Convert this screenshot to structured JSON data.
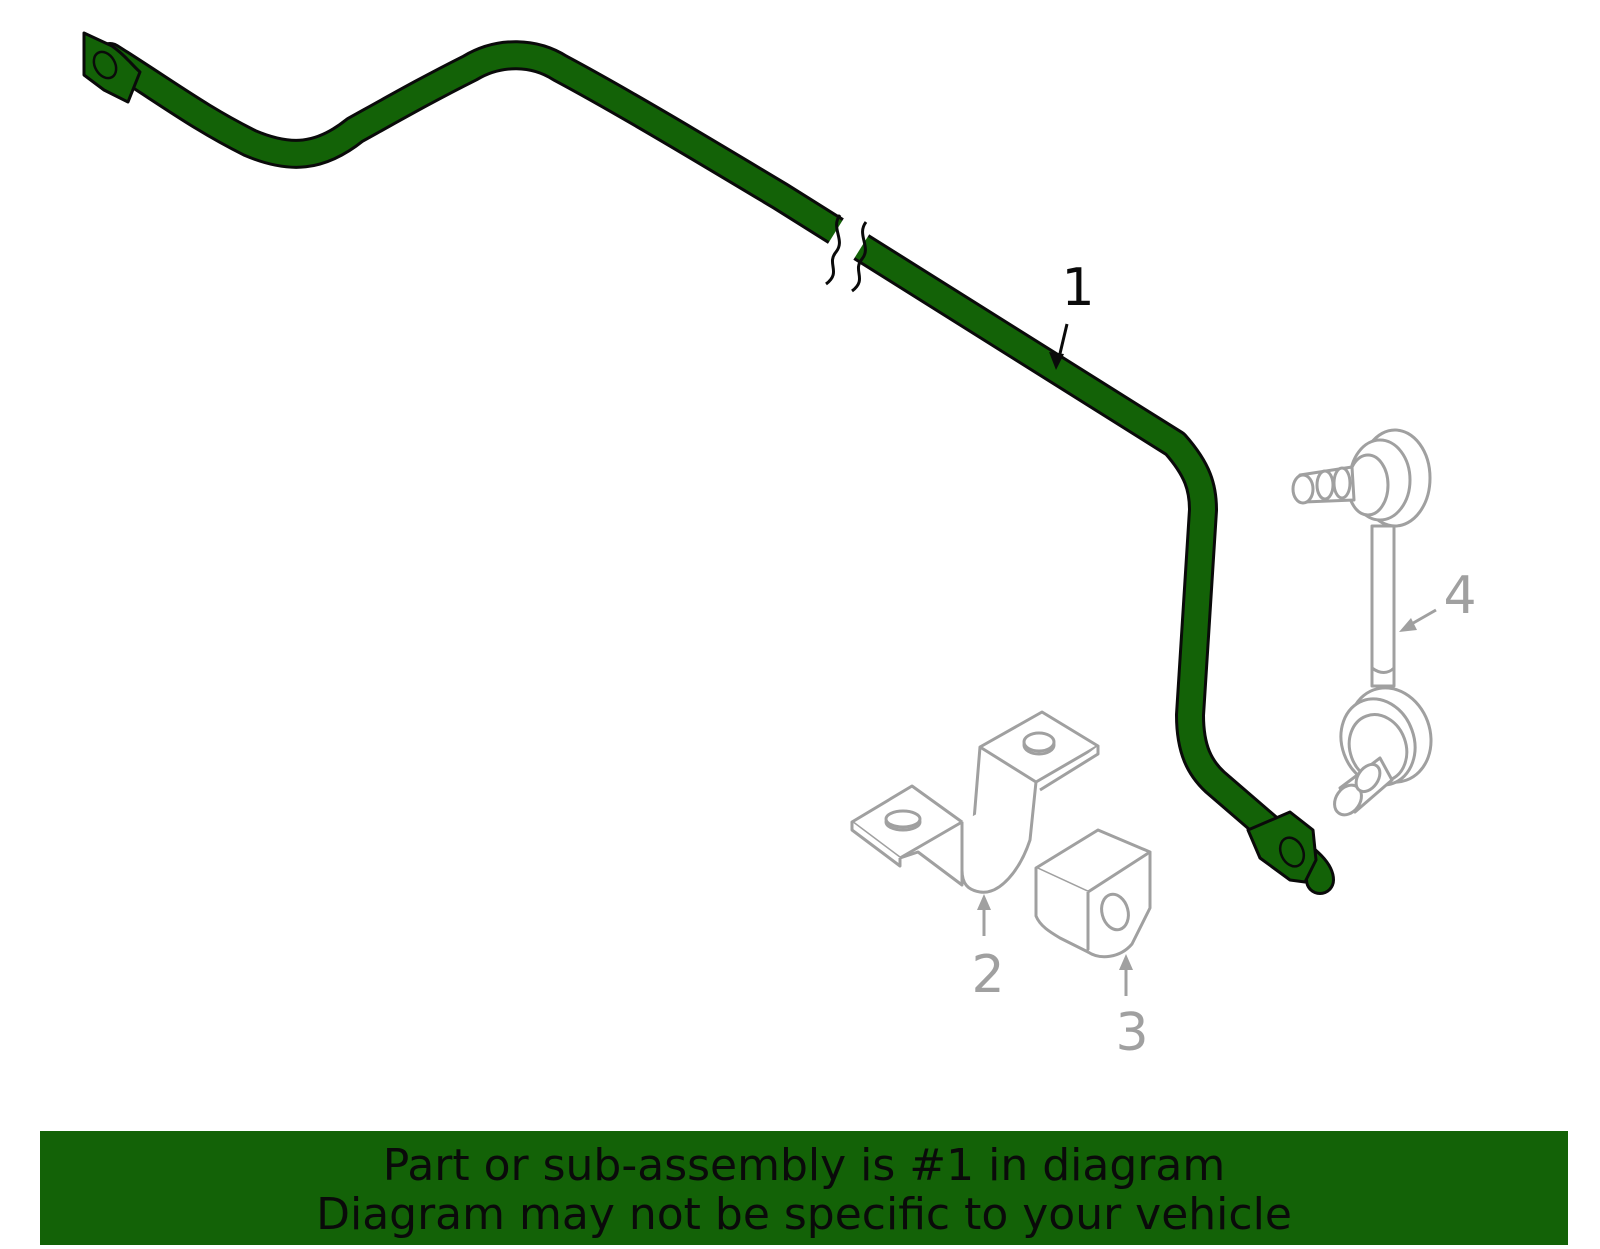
{
  "callouts": {
    "c1": "1",
    "c2": "2",
    "c3": "3",
    "c4": "4"
  },
  "banner": {
    "line1": "Part or sub-assembly is #1 in diagram",
    "line2": "Diagram may not be specific to your vehicle"
  },
  "colors": {
    "highlight": "#136207",
    "outline": "#0a0a0a",
    "other_parts": "#a0a0a0"
  },
  "icons": {
    "part1": "stabilizer-bar-icon",
    "part2": "bracket-icon",
    "part3": "bushing-icon",
    "part4": "stabilizer-link-icon"
  }
}
